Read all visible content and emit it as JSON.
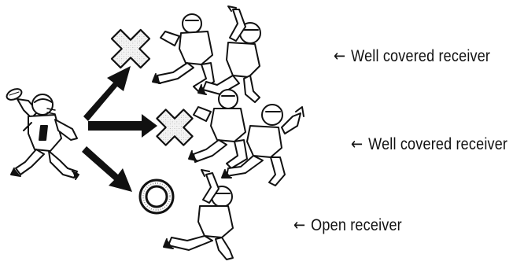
{
  "labels": {
    "top": {
      "arrow": "←",
      "text": "Well covered receiver"
    },
    "middle": {
      "arrow": "←",
      "text": "Well covered receiver"
    },
    "bottom": {
      "arrow": "←",
      "text": "Open receiver"
    }
  },
  "markers": {
    "top": "x-mark",
    "middle": "x-mark",
    "bottom": "o-mark"
  },
  "colors": {
    "ink": "#111111",
    "mark_fill": "#f2f2f2",
    "background": "#ffffff"
  }
}
